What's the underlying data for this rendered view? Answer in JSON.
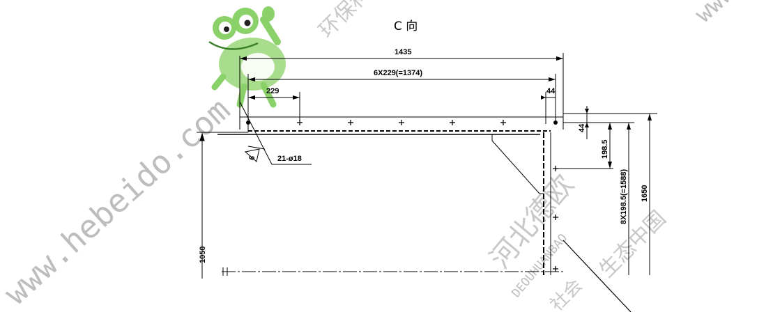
{
  "title": "C  向",
  "dimensions": {
    "overall_width": "1435",
    "pitch_run": "6X229(=1374)",
    "first_pitch": "229",
    "edge_offset": "44",
    "top_offset": "44",
    "first_vertical_pitch": "198.5",
    "vertical_run": "8X198.5(=1588)",
    "overall_height": "1650",
    "left_height": "1050"
  },
  "callouts": {
    "hole_spec": "21-ø18",
    "weld_symbol": "6"
  },
  "watermarks": {
    "site_url": "www.hebeido.com",
    "site_url_right": "www",
    "brand_cn": "河北德欧",
    "brand_pinyin": "DEOUHUANBAO",
    "tagline_cn": "生态中国",
    "top_cn": "环保科",
    "bottom_cn": "社会"
  },
  "colors": {
    "line": "#000000",
    "watermark_text": "#bdbdbd",
    "frog_green": "#8bd16a"
  }
}
